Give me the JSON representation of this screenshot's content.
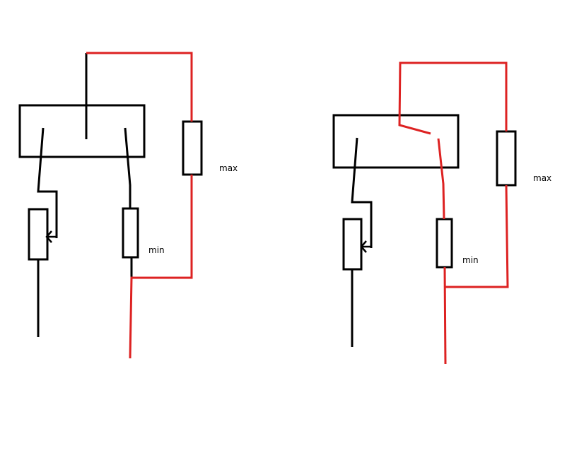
{
  "colors": {
    "background": "#ffffff",
    "wire_black": "#000000",
    "wire_red": "#dd2222"
  },
  "left_circuit": {
    "max_label": "max",
    "min_label": "min"
  },
  "right_circuit": {
    "max_label": "max",
    "min_label": "min"
  }
}
